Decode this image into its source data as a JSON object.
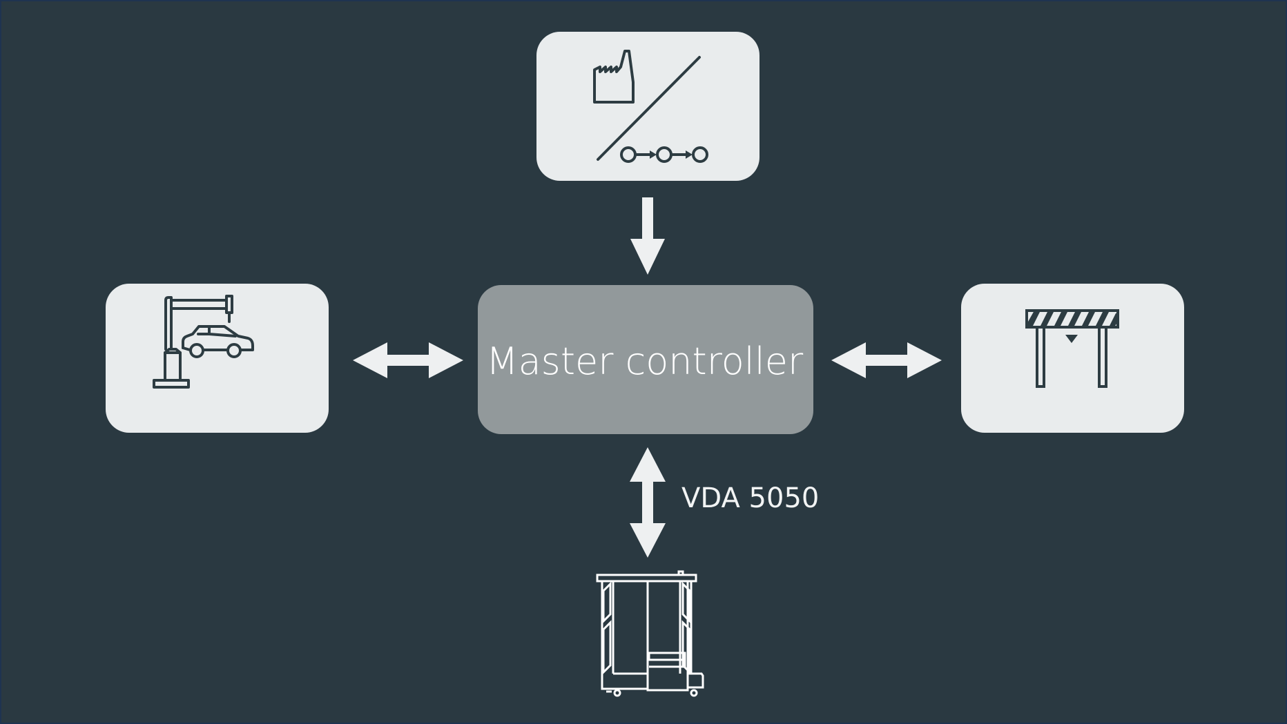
{
  "diagram": {
    "center_node": {
      "label": "Master controller"
    },
    "protocol_label": "VDA 5050",
    "nodes": [
      {
        "role": "top",
        "icon": "factory-to-process-flow-icon"
      },
      {
        "role": "left",
        "icon": "robot-arm-car-icon"
      },
      {
        "role": "right",
        "icon": "barrier-gate-icon"
      },
      {
        "role": "bottom",
        "icon": "agv-vehicle-icon"
      }
    ],
    "colors": {
      "background": "#2a3941",
      "node_fill": "#e9eced",
      "center_fill": "#92999b",
      "icon_stroke": "#2d3c42",
      "arrow": "#eef0f1",
      "text": "#ffffff"
    }
  }
}
